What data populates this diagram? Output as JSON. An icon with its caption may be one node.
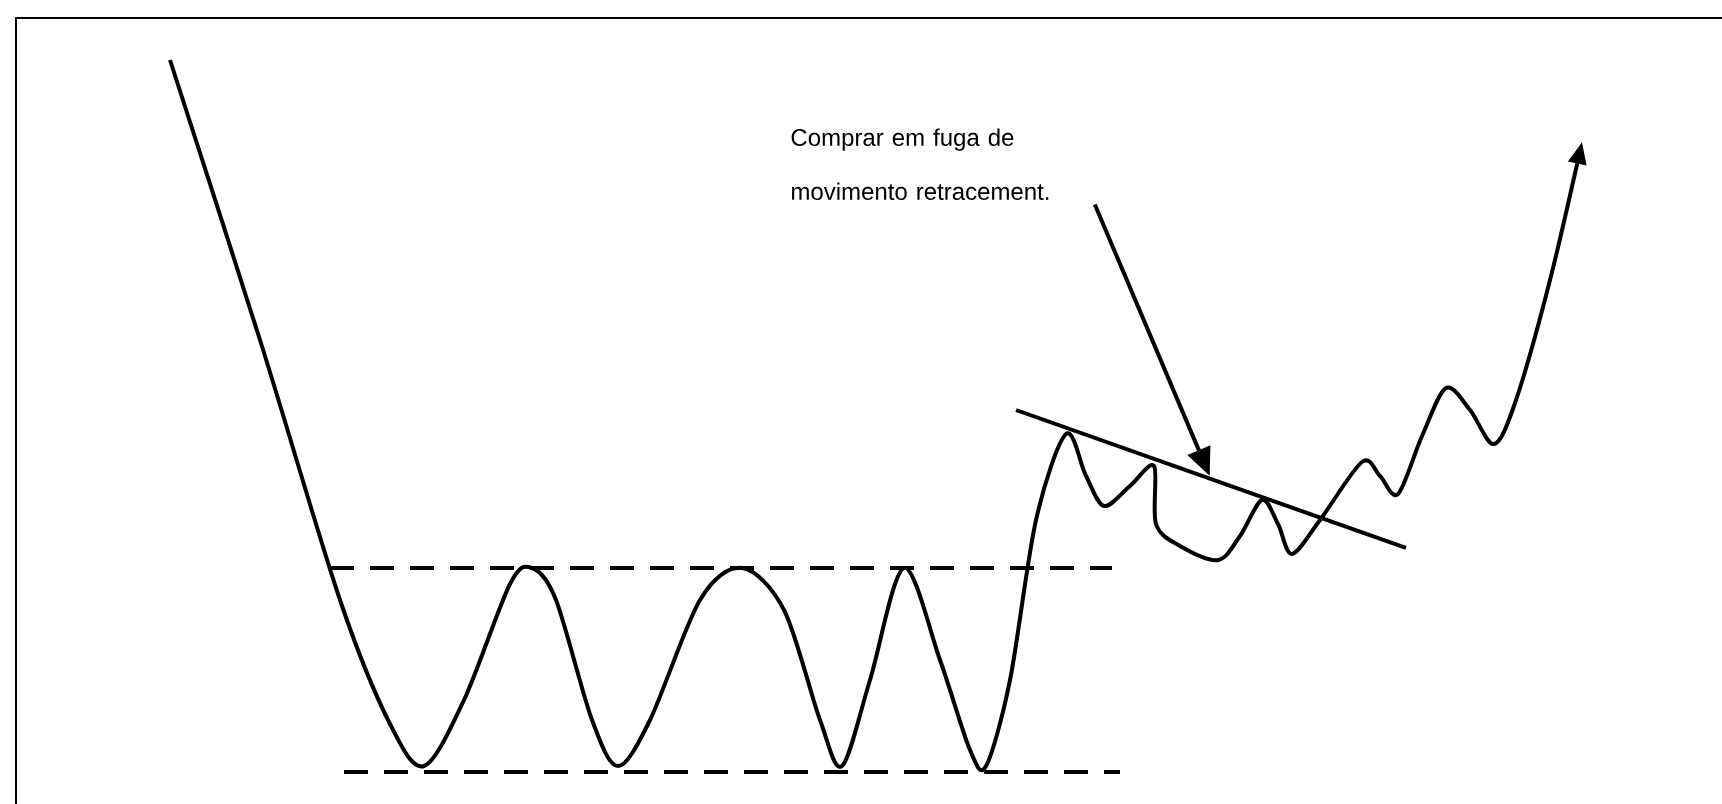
{
  "diagram": {
    "nodes": [
      {
        "text": [
          "Comprar em fuga de movimento retracement."
        ]
      },
      {
        "text": [],
        "shape": "line"
      }
    ],
    "edges": [
      {
        "from": 0,
        "to": 1,
        "arrow": "to"
      }
    ]
  }
}
